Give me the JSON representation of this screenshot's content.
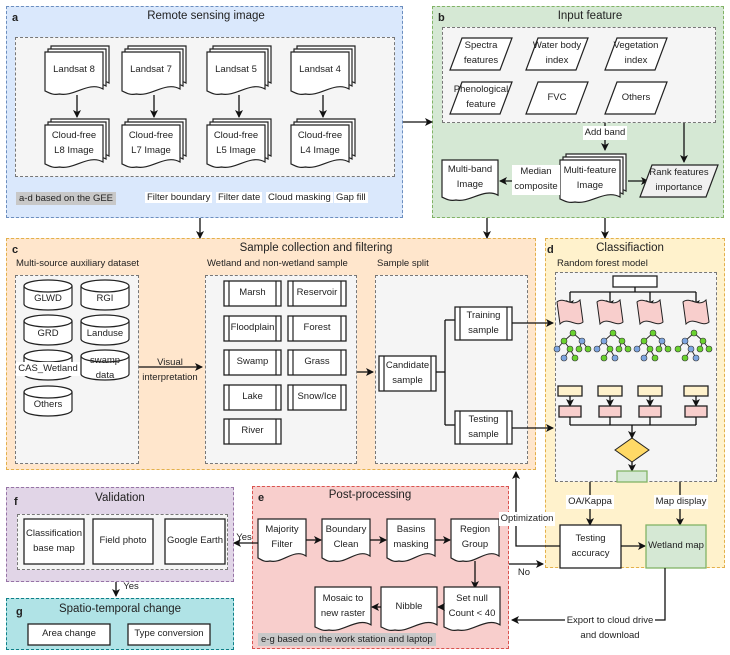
{
  "panels": {
    "a": {
      "letter": "a",
      "title": "Remote sensing image",
      "sources": [
        "Landsat 8",
        "Landsat 7",
        "Landsat 5",
        "Landsat 4"
      ],
      "outputs": [
        [
          "Cloud-free",
          "L8 Image"
        ],
        [
          "Cloud-free",
          "L7 Image"
        ],
        [
          "Cloud-free",
          "L5 Image"
        ],
        [
          "Cloud-free",
          "L4 Image"
        ]
      ],
      "note": "a-d based on the GEE",
      "steps": [
        "Filter boundary",
        "Filter date",
        "Cloud masking",
        "Gap fill"
      ]
    },
    "b": {
      "letter": "b",
      "title": "Input feature",
      "features": [
        [
          "Spectra",
          "features"
        ],
        [
          "Water body",
          "index"
        ],
        [
          "Vegetation",
          "index"
        ],
        [
          "Phenological",
          "feature"
        ],
        [
          "FVC"
        ],
        [
          "Others"
        ]
      ],
      "add_band": "Add band",
      "multi_band": [
        "Multi-band",
        "Image"
      ],
      "median": [
        "Median",
        "composite"
      ],
      "multi_feature": [
        "Multi-feature",
        "Image"
      ],
      "rank": [
        "Rank features",
        "importance"
      ]
    },
    "c": {
      "letter": "c",
      "title": "Sample collection and filtering",
      "aux_title": "Multi-source auxiliary dataset",
      "datasets": [
        [
          "GLWD"
        ],
        [
          "RGI"
        ],
        [
          "GRD"
        ],
        [
          "Landuse"
        ],
        [
          "CAS_Wetland"
        ],
        [
          "swamp",
          "data"
        ],
        [
          "Others"
        ]
      ],
      "visual": [
        "Visual",
        "interpretation"
      ],
      "sample_title": "Wetland and non-wetland sample",
      "wetland_classes": [
        "Marsh",
        "Floodplain",
        "Swamp",
        "Lake",
        "River"
      ],
      "nonwetland_classes": [
        "Reservoir",
        "Forest",
        "Grass",
        "Snow/Ice"
      ],
      "split_title": "Sample split",
      "candidate": [
        "Candidate",
        "sample"
      ],
      "training": [
        "Training",
        "sample"
      ],
      "testing": [
        "Testing",
        "sample"
      ]
    },
    "d": {
      "letter": "d",
      "title": "Classifiaction",
      "model_title": "Random forest model",
      "oa_kappa": "OA/Kappa",
      "map_display": "Map display",
      "testing_accuracy": [
        "Testing",
        "accuracy"
      ],
      "wetland_map": "Wetland map"
    },
    "e": {
      "letter": "e",
      "title": "Post-processing",
      "steps_row1": [
        [
          "Majority",
          "Filter"
        ],
        [
          "Boundary",
          "Clean"
        ],
        [
          "Basins",
          "masking"
        ],
        [
          "Region",
          "Group"
        ]
      ],
      "steps_row2": [
        [
          "Set null",
          "Count < 40"
        ],
        [
          "Nibble"
        ],
        [
          "Mosaic to",
          "new raster"
        ]
      ],
      "note": "e-g based on  the work station and  laptop"
    },
    "f": {
      "letter": "f",
      "title": "Validation",
      "items": [
        [
          "Classification",
          "base map"
        ],
        [
          "Field photo"
        ],
        [
          "Google Earth"
        ]
      ]
    },
    "g": {
      "letter": "g",
      "title": "Spatio-temporal change",
      "items": [
        "Area change",
        "Type conversion"
      ]
    }
  },
  "connectors": {
    "optimization": "Optimization",
    "no": "No",
    "yes_to_f": "Yes",
    "yes_to_g": "Yes",
    "export": [
      "Export to cloud drive",
      "and download"
    ]
  },
  "colors": {
    "tree_green": "#6ad22f",
    "tree_blue": "#7ea6e0",
    "leaf_pink": "#f8cecc",
    "vote_yellow": "#fff2cc",
    "diamond": "#ffd966",
    "wetland_map": "#d5e8d4"
  }
}
